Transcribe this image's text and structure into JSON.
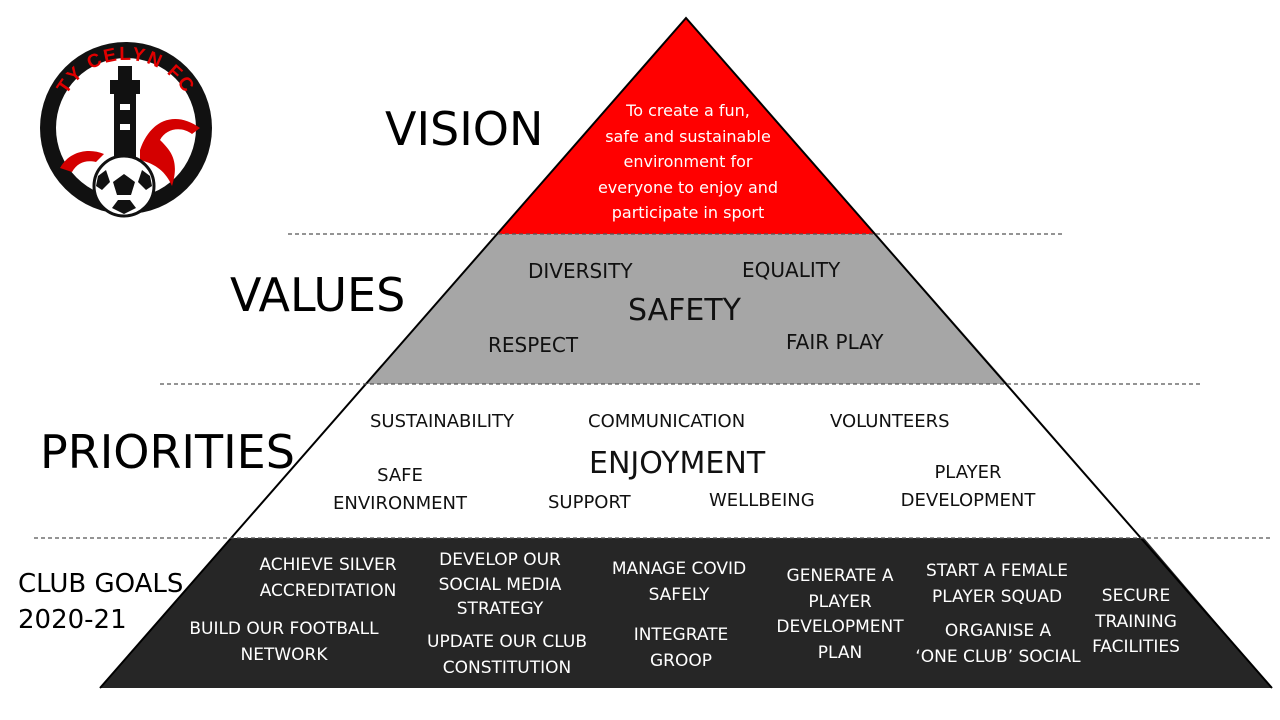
{
  "logo": {
    "text": "TY CELYN FC"
  },
  "colors": {
    "vision": "#ff0000",
    "values": "#a6a6a6",
    "priorities": "#ffffff",
    "goals": "#262626"
  },
  "labels": {
    "vision": "VISION",
    "values": "VALUES",
    "priorities": "PRIORITIES",
    "goals_line1": "CLUB GOALS",
    "goals_line2": "2020-21"
  },
  "vision_text": [
    "To create a fun,",
    "safe and sustainable",
    "environment for",
    "everyone to enjoy and",
    "participate in sport"
  ],
  "values": {
    "diversity": "DIVERSITY",
    "equality": "EQUALITY",
    "safety": "SAFETY",
    "respect": "RESPECT",
    "fair_play": "FAIR PLAY"
  },
  "priorities": {
    "sustainability": "SUSTAINABILITY",
    "communication": "COMMUNICATION",
    "volunteers": "VOLUNTEERS",
    "enjoyment": "ENJOYMENT",
    "safe_env_1": "SAFE",
    "safe_env_2": "ENVIRONMENT",
    "support": "SUPPORT",
    "wellbeing": "WELLBEING",
    "player_dev_1": "PLAYER",
    "player_dev_2": "DEVELOPMENT"
  },
  "goals": {
    "silver": [
      "ACHIEVE SILVER",
      "ACCREDITATION"
    ],
    "network": [
      "BUILD OUR FOOTBALL",
      "NETWORK"
    ],
    "social_media": [
      "DEVELOP OUR",
      "SOCIAL MEDIA",
      "STRATEGY"
    ],
    "constitution": [
      "UPDATE OUR CLUB",
      "CONSTITUTION"
    ],
    "covid": [
      "MANAGE COVID",
      "SAFELY"
    ],
    "groop": [
      "INTEGRATE",
      "GROOP"
    ],
    "player_plan": [
      "GENERATE  A",
      "PLAYER",
      "DEVELOPMENT",
      "PLAN"
    ],
    "female": [
      "START A FEMALE",
      "PLAYER  SQUAD"
    ],
    "one_club": [
      "ORGANISE A",
      "‘ONE CLUB’ SOCIAL"
    ],
    "facilities": [
      "SECURE",
      "TRAINING",
      "FACILITIES"
    ]
  }
}
